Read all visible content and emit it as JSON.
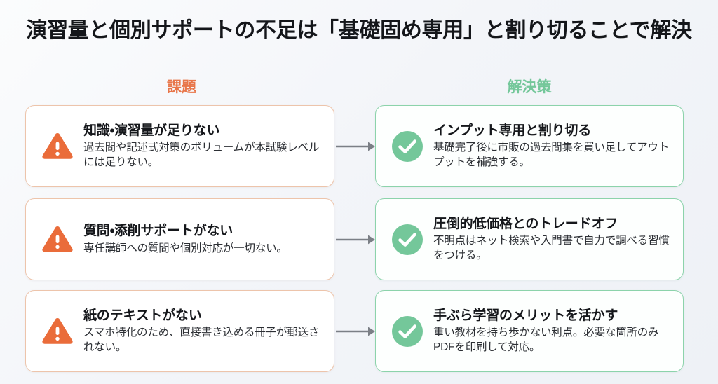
{
  "title": "演習量と個別サポートの不足は「基礎固め専用」と割り切ることで解決",
  "columns": {
    "problem": {
      "label": "課題",
      "color": "#e8764a"
    },
    "solution": {
      "label": "解決策",
      "color": "#74c79a"
    }
  },
  "icons": {
    "problem": "warning-triangle-icon",
    "solution": "check-circle-icon",
    "connector": "arrow-right-icon"
  },
  "rows": [
    {
      "problem": {
        "heading": "知識・演習量が足りない",
        "body": "過去問や記述式対策のボリュームが本試験レベルには足りない。"
      },
      "solution": {
        "heading": "インプット専用と割り切る",
        "body": "基礎完了後に市販の過去問集を買い足してアウトプットを補強する。"
      }
    },
    {
      "problem": {
        "heading": "質問・添削サポートがない",
        "body": "専任講師への質問や個別対応が一切ない。"
      },
      "solution": {
        "heading": "圧倒的低価格とのトレードオフ",
        "body": "不明点はネット検索や入門書で自力で調べる習慣をつける。"
      }
    },
    {
      "problem": {
        "heading": "紙のテキストがない",
        "body": "スマホ特化のため、直接書き込める冊子が郵送されない。"
      },
      "solution": {
        "heading": "手ぶら学習のメリットを活かす",
        "body": "重い教材を持ち歩かない利点。必要な箇所のみPDFを印刷して対応。"
      }
    }
  ],
  "theme": {
    "background": "#f3f5f9",
    "problem_accent": "#e8764a",
    "problem_border": "#edc4ab",
    "solution_accent": "#74c79a",
    "solution_border": "#8cd3ab",
    "arrow_color": "#7b7f86",
    "title_color": "#14161a"
  }
}
